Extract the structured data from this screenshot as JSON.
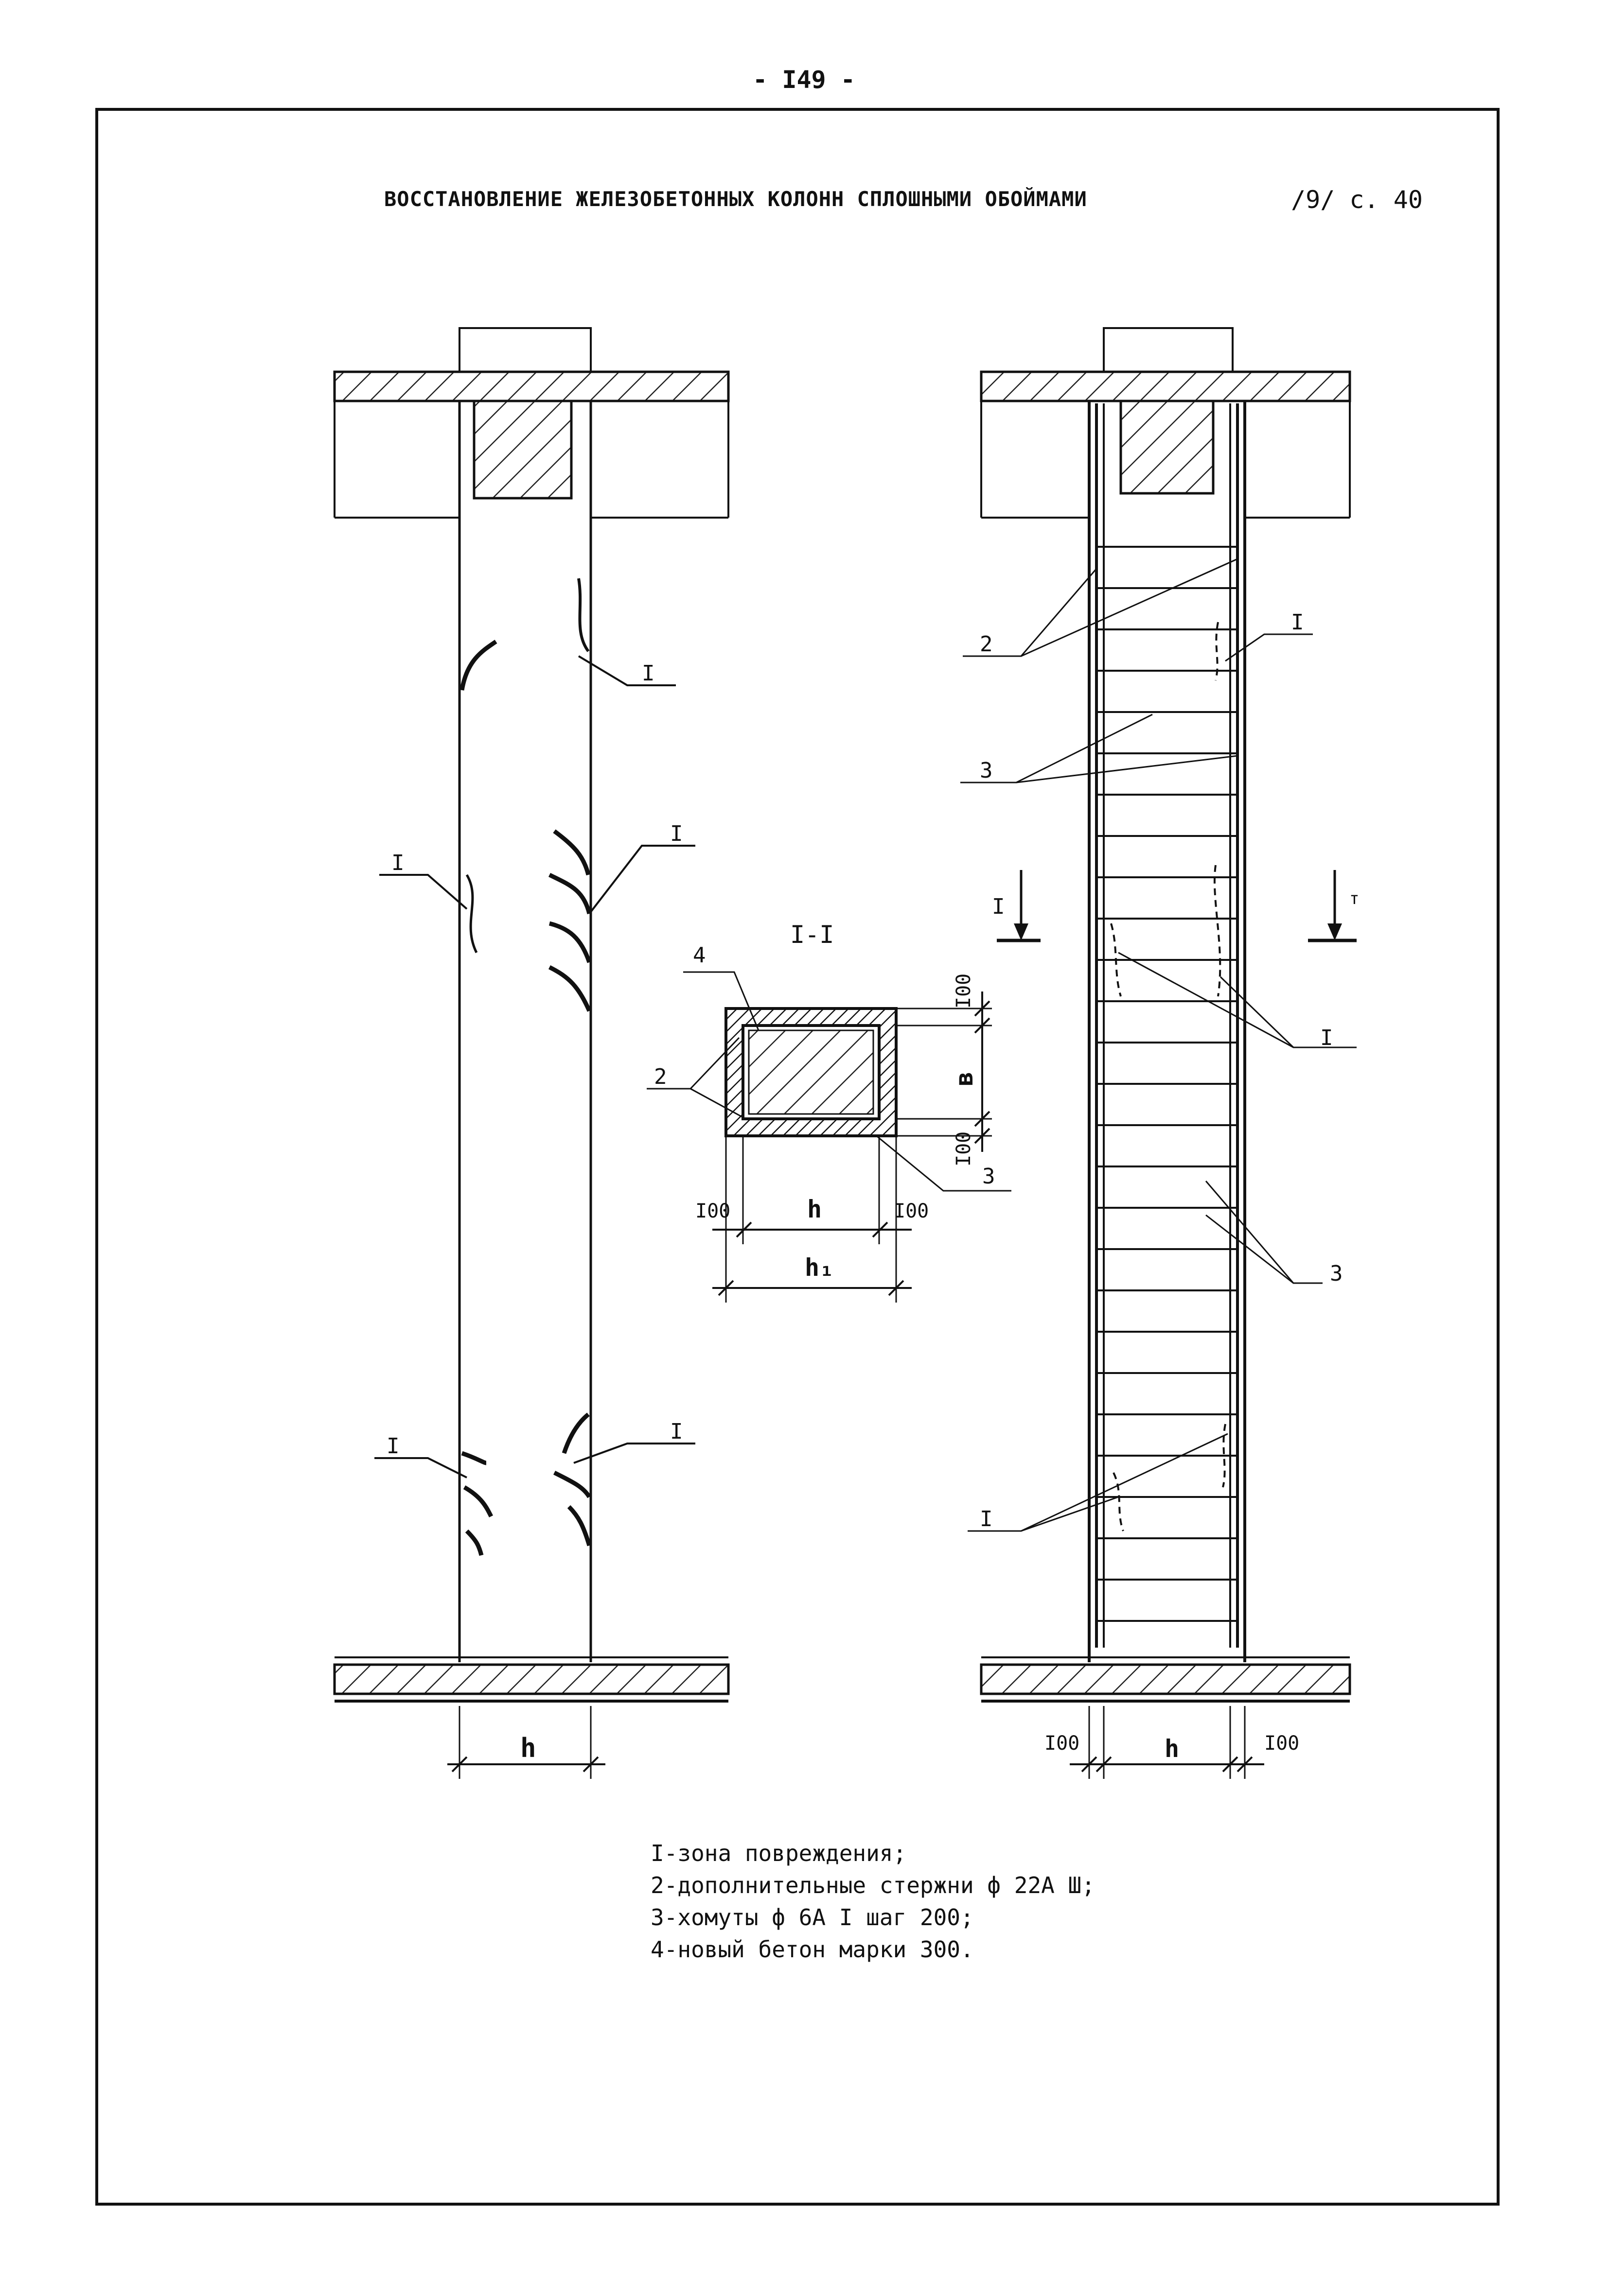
{
  "header": {
    "page_number": "- I49 -",
    "title": "ВОССТАНОВЛЕНИЕ ЖЕЛЕЗОБЕТОННЫХ КОЛОНН СПЛОШНЫМИ ОБОЙМАМИ",
    "reference": "/9/  с.  40"
  },
  "section": {
    "title": "I-I",
    "dim_top": "I00",
    "dim_b": "в",
    "dim_bottom": "I00",
    "dim_left": "I00",
    "dim_h": "h",
    "dim_right": "I00",
    "dim_h1": "h₁"
  },
  "labels": {
    "damage": "I",
    "rebar": "2",
    "stirrup": "3",
    "new_concrete": "4",
    "section_mark": "I",
    "section_mark_right": "т"
  },
  "left_column": {
    "dim_h": "h"
  },
  "right_column": {
    "dim_left": "I00",
    "dim_h": "h",
    "dim_right": "I00"
  },
  "legend": [
    "I-зона повреждения;",
    "2-дополнительные стержни ф 22А Ш;",
    "3-хомуты ф 6А I шаг 200;",
    "4-новый бетон марки 300."
  ]
}
